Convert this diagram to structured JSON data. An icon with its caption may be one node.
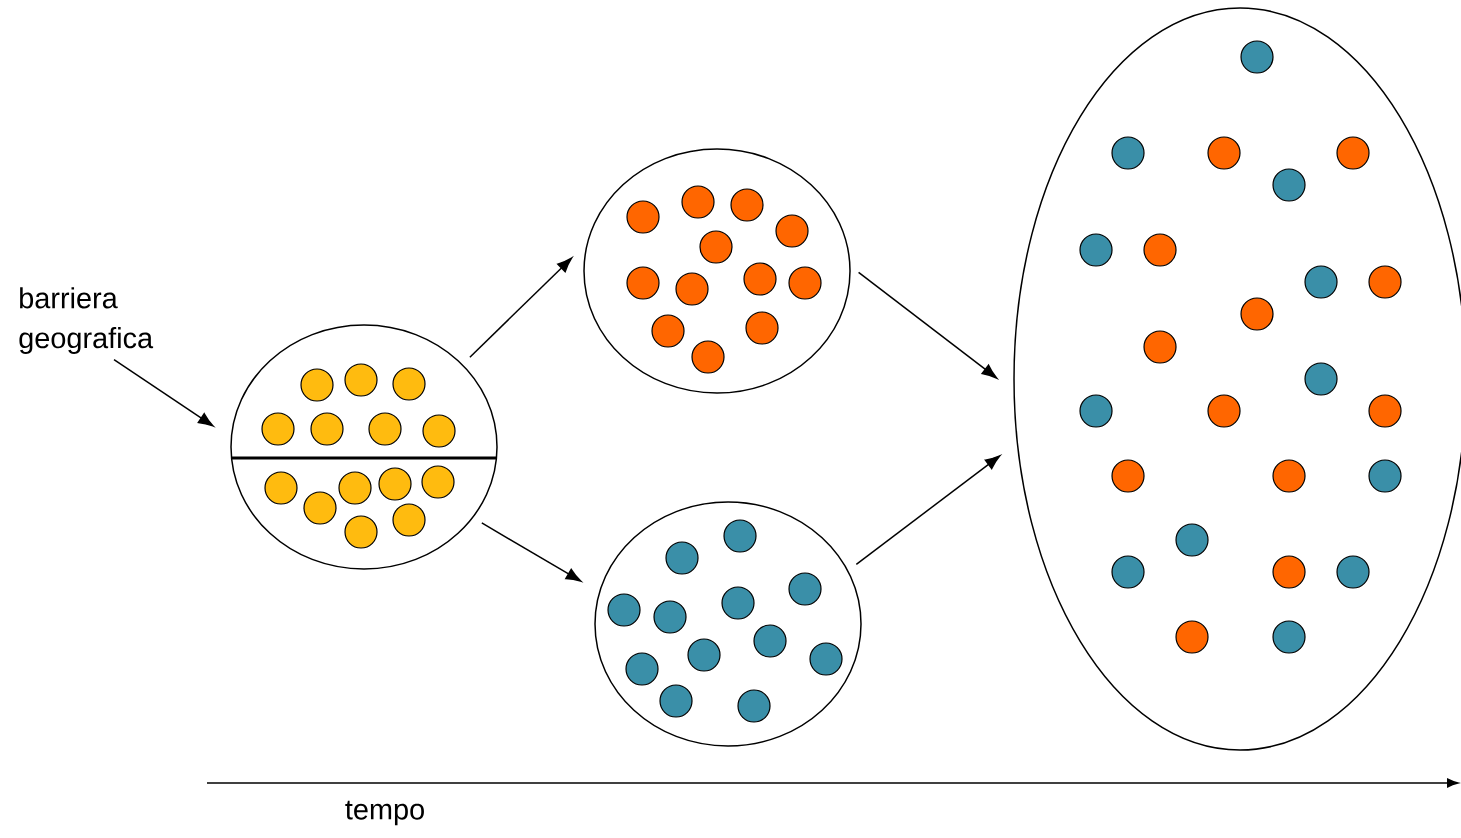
{
  "diagram": {
    "nodes": [
      {
        "text": [
          "barriera geografica"
        ]
      },
      {
        "text": [],
        "shape": "ellipse"
      },
      {
        "text": [],
        "shape": "ellipse"
      },
      {
        "text": [],
        "shape": "ellipse"
      },
      {
        "text": [],
        "shape": "ellipse"
      }
    ],
    "edges": [
      {
        "from": 0,
        "to": 1,
        "arrow": "to"
      },
      {
        "from": 1,
        "to": 2,
        "arrow": "to"
      },
      {
        "from": 1,
        "to": 3,
        "arrow": "to"
      },
      {
        "from": 2,
        "to": 4,
        "arrow": "to"
      },
      {
        "from": 3,
        "to": 4,
        "arrow": "to"
      }
    ],
    "labels": [
      "tempo"
    ]
  }
}
